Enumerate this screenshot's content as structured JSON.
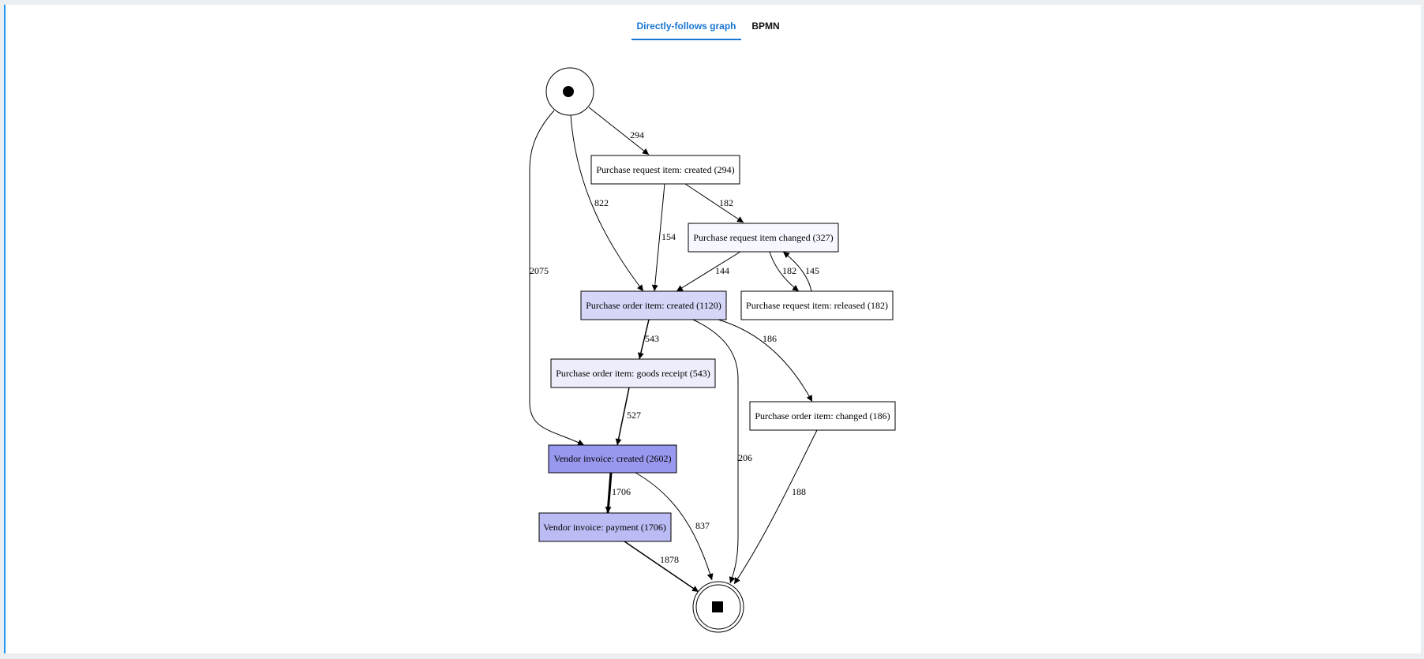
{
  "tabs": [
    {
      "label": "Directly-follows graph",
      "active": true
    },
    {
      "label": "BPMN",
      "active": false
    }
  ],
  "graph": {
    "start_icon": "start-circle-icon",
    "end_icon": "end-double-circle-icon",
    "nodes": [
      {
        "id": "pr_created",
        "label": "Purchase request item: created (294)",
        "count": 294,
        "fill": "#ffffff"
      },
      {
        "id": "pr_changed",
        "label": "Purchase request item changed (327)",
        "count": 327,
        "fill": "#f7f7ff"
      },
      {
        "id": "pr_released",
        "label": "Purchase request item: released (182)",
        "count": 182,
        "fill": "#ffffff"
      },
      {
        "id": "po_created",
        "label": "Purchase order item: created (1120)",
        "count": 1120,
        "fill": "#d6d6f8"
      },
      {
        "id": "po_goods",
        "label": "Purchase order item: goods receipt (543)",
        "count": 543,
        "fill": "#ededfc"
      },
      {
        "id": "po_changed",
        "label": "Purchase order item: changed (186)",
        "count": 186,
        "fill": "#ffffff"
      },
      {
        "id": "vi_created",
        "label": "Vendor invoice: created (2602)",
        "count": 2602,
        "fill": "#9898ee"
      },
      {
        "id": "vi_payment",
        "label": "Vendor invoice: payment (1706)",
        "count": 1706,
        "fill": "#bcbcf5"
      }
    ],
    "edges": [
      {
        "from": "start",
        "to": "pr_created",
        "label": "294"
      },
      {
        "from": "start",
        "to": "po_created",
        "label": "822"
      },
      {
        "from": "start",
        "to": "vi_created",
        "label": "2075"
      },
      {
        "from": "pr_created",
        "to": "pr_changed",
        "label": "182"
      },
      {
        "from": "pr_created",
        "to": "po_created",
        "label": "154"
      },
      {
        "from": "pr_changed",
        "to": "po_created",
        "label": "144"
      },
      {
        "from": "pr_changed",
        "to": "pr_released",
        "label": "182"
      },
      {
        "from": "pr_released",
        "to": "pr_changed",
        "label": "145"
      },
      {
        "from": "po_created",
        "to": "po_goods",
        "label": "543"
      },
      {
        "from": "po_created",
        "to": "po_changed",
        "label": "186"
      },
      {
        "from": "po_created",
        "to": "end",
        "label": "206"
      },
      {
        "from": "po_goods",
        "to": "vi_created",
        "label": "527"
      },
      {
        "from": "vi_created",
        "to": "vi_payment",
        "label": "1706"
      },
      {
        "from": "vi_created",
        "to": "end",
        "label": "837"
      },
      {
        "from": "vi_payment",
        "to": "end",
        "label": "1878"
      },
      {
        "from": "po_changed",
        "to": "end",
        "label": "188"
      }
    ]
  }
}
